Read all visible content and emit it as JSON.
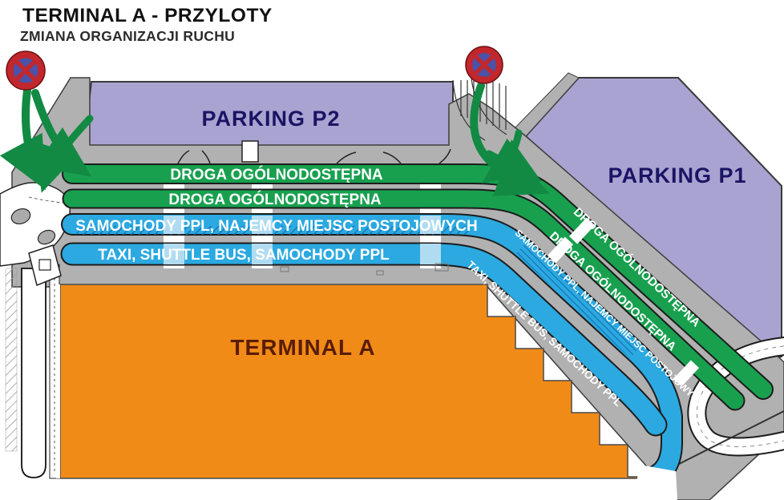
{
  "header": {
    "title": "TERMINAL A - PRZYLOTY",
    "subtitle": "ZMIANA ORGANIZACJI RUCHU"
  },
  "areas": {
    "parking_p2": {
      "label": "PARKING P2"
    },
    "parking_p1": {
      "label": "PARKING P1"
    },
    "terminal_a": {
      "label": "TERMINAL A"
    }
  },
  "roads": {
    "public_road_label": "DROGA OGÓLNODOSTĘPNA",
    "ppl_tenants_label": "SAMOCHODY PPL, NAJEMCY MIEJSC POSTOJOWYCH",
    "taxi_shuttle_label": "TAXI, SHUTTLE BUS, SAMOCHODY PPL"
  },
  "colors": {
    "parking": "#A9A3D1",
    "terminal": "#F18B17",
    "road_public_green": "#18A04F",
    "road_restricted_blue": "#2BA9E0",
    "base_road_gray": "#B1B1B1",
    "sign_red": "#C1272D",
    "sign_blue": "#4A53A7",
    "arrow_green": "#128A43"
  }
}
